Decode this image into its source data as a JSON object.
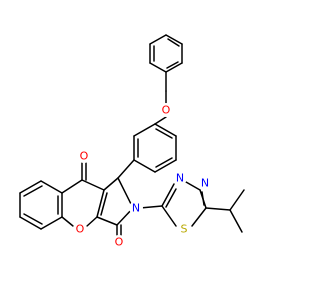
{
  "molecule": {
    "atoms": [
      {
        "id": "O_ether",
        "symbol": "O",
        "color": "#ff0000"
      },
      {
        "id": "O_ketone",
        "symbol": "O",
        "color": "#ff0000"
      },
      {
        "id": "O_pyran",
        "symbol": "O",
        "color": "#ff0000"
      },
      {
        "id": "O_lactam",
        "symbol": "O",
        "color": "#ff0000"
      },
      {
        "id": "N_ring",
        "symbol": "N",
        "color": "#0000ff"
      },
      {
        "id": "N_td1",
        "symbol": "N",
        "color": "#0000ff"
      },
      {
        "id": "N_td2",
        "symbol": "N",
        "color": "#0000ff"
      },
      {
        "id": "S_td",
        "symbol": "S",
        "color": "#b8a800"
      }
    ]
  }
}
